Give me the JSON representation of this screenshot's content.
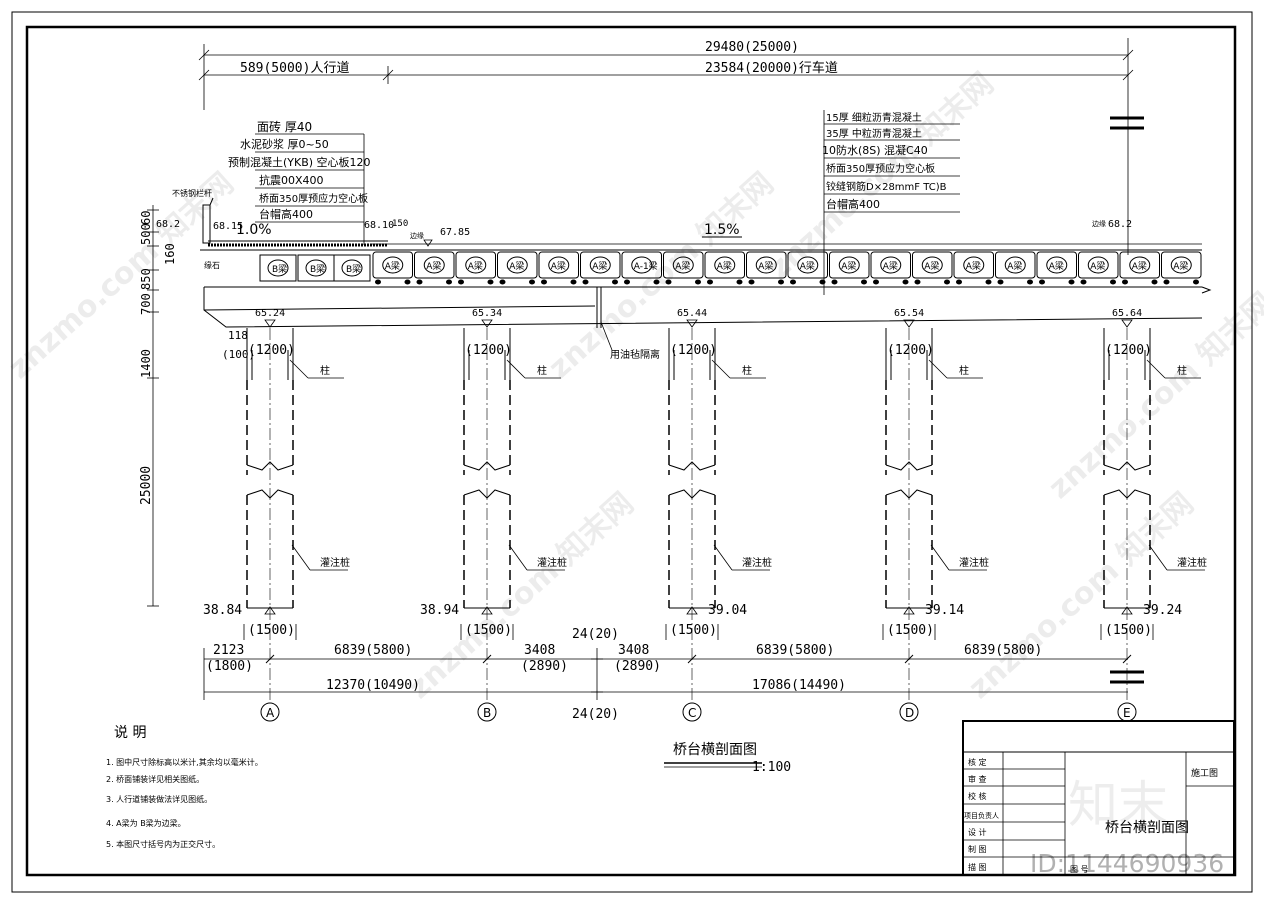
{
  "dims": {
    "total": "29480(25000)",
    "sidewalk": "589(5000)人行道",
    "carriageway": "23584(20000)行车道",
    "height_total": "1400",
    "height_pile": "25000",
    "h_850": "850",
    "h_160": "160",
    "h_700": "700",
    "h_500": "500",
    "h_60": "60",
    "h_150": "150",
    "bottom1": [
      "2123",
      "(1800)",
      "6839(5800)",
      "3408",
      "(2890)",
      "3408",
      "(2890)",
      "6839(5800)",
      "6839(5800)"
    ],
    "bottom2": [
      "12370(10490)",
      "17086(14490)"
    ],
    "gap_top": "24(20)",
    "gap_bottom": "24(20)"
  },
  "layers_left": [
    "面砖 厚40",
    "水泥砂浆 厚0~50",
    "预制混凝土(YKB) 空心板120",
    "抗震00X400",
    "桥面350厚预应力空心板",
    "台帽高400"
  ],
  "layers_right": [
    "15厚 细粒沥青混凝土",
    "35厚 中粒沥青混凝土",
    "10防水(8S) 混凝C40",
    "桥面350厚预应力空心板",
    "铰缝钢筋D×28mmF TC)B",
    "台帽高400"
  ],
  "labels": {
    "railing": "不锈钢栏杆",
    "curb": "缘石",
    "slope_left": "1.0%",
    "slope_mid": "1.5%",
    "el_6815": "68.15",
    "el_682a": "68.2",
    "el_6810": "68.10",
    "el_6785": "67.85",
    "el_682b": "68.2",
    "edge": "边缘",
    "cap_label": "用油毡隔离",
    "col_label": "柱",
    "pile_label": "灌注桩",
    "col_dim": "(1200)",
    "pile_dim": "(1500)",
    "left_dim_a": "118",
    "left_dim_b": "(100)"
  },
  "beams_b": [
    "B梁",
    "B梁",
    "B梁"
  ],
  "beams_a": [
    "A梁",
    "A梁",
    "A梁",
    "A梁",
    "A梁",
    "A梁",
    "A-1梁",
    "A梁",
    "A梁",
    "A梁",
    "A梁",
    "A梁",
    "A梁",
    "A梁",
    "A梁",
    "A梁",
    "A梁",
    "A梁",
    "A梁",
    "A梁"
  ],
  "cap_elevations": [
    "65.24",
    "65.34",
    "65.44",
    "65.54",
    "65.64"
  ],
  "pile_elevations": [
    "38.84",
    "38.94",
    "39.04",
    "39.14",
    "39.24"
  ],
  "axes": [
    "A",
    "B",
    "C",
    "D",
    "E"
  ],
  "caption": {
    "title": "桥台横剖面图",
    "scale": "1:100"
  },
  "notes": {
    "heading": "说  明",
    "items": [
      "1. 图中尺寸除标高以米计,其余均以毫米计。",
      "2. 桥面铺装详见相关图纸。",
      "3. 人行道铺装做法详见图纸。",
      "4. A梁为   B梁为边梁。",
      "5. 本图尺寸括号内为正交尺寸。"
    ]
  },
  "title_block": {
    "rows": [
      "核 定",
      "审 查",
      "校 核",
      "项目负责人",
      "设 计",
      "制 图",
      "描 图"
    ],
    "stage": "施工图",
    "drawing_name": "桥台横剖面图",
    "drawing_no_label": "图 号",
    "logo": "知末",
    "id": "ID:1144690936"
  },
  "watermark": "znzmo.com 知末网"
}
